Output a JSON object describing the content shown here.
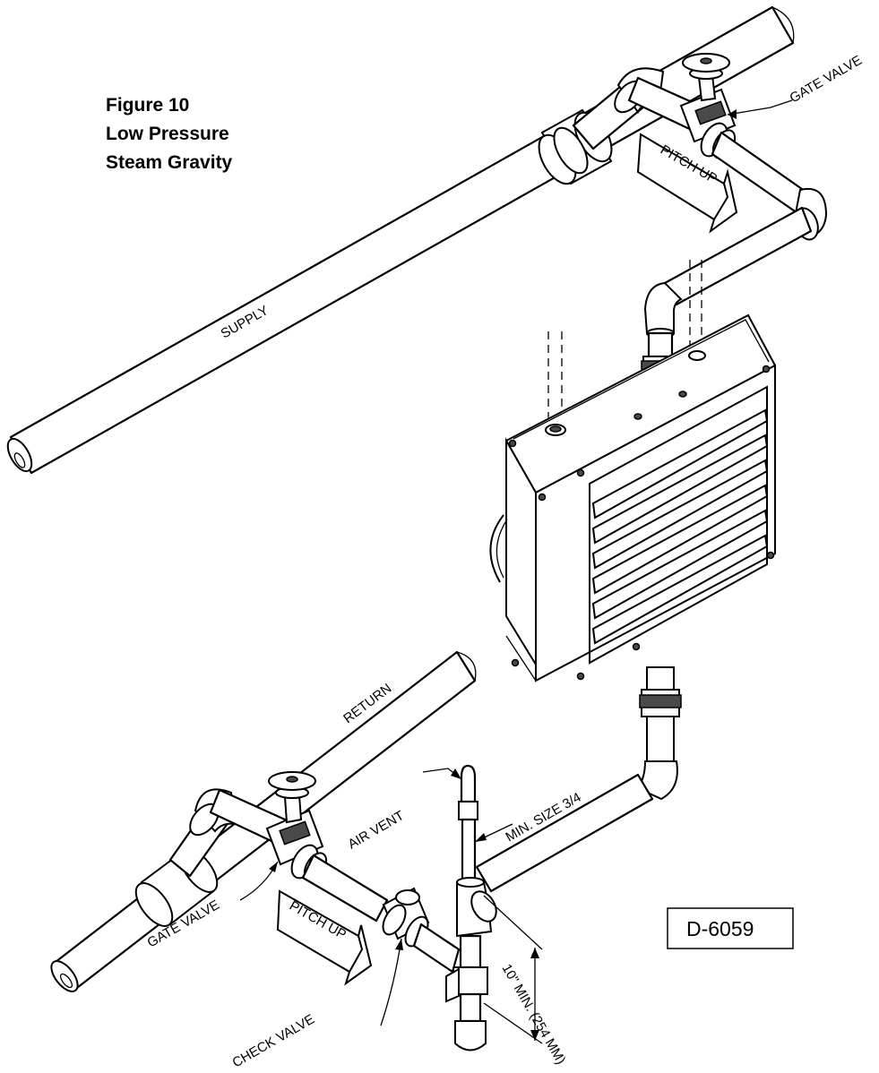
{
  "figure": {
    "title_lines": [
      "Figure 10",
      "Low Pressure",
      "Steam Gravity"
    ]
  },
  "labels": {
    "supply": "SUPPLY",
    "return": "RETURN",
    "gate_valve_top": "GATE VALVE",
    "gate_valve_bottom": "GATE VALVE",
    "pitch_up_top": "PITCH UP",
    "pitch_up_bottom": "PITCH UP",
    "air_vent": "AIR VENT",
    "min_size": "MIN. SIZE 3/4",
    "check_valve": "CHECK VALVE",
    "ten_min": "10\" MIN. (254 MM)"
  },
  "drawing_id": "D-6059"
}
